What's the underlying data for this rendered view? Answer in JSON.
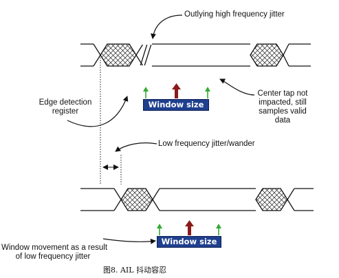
{
  "labels": {
    "outlying_jitter": "Outlying high frequency jitter",
    "edge_detection": [
      "Edge detection",
      "register"
    ],
    "center_tap": [
      "Center tap not",
      "impacted, still",
      "samples valid",
      "data"
    ],
    "low_freq_jitter": "Low frequency jitter/wander",
    "window_movement": [
      "Window movement as a result",
      "of low frequency jitter"
    ]
  },
  "window_label": "Window size",
  "caption": "图8.  AIL 抖动容忍",
  "colors": {
    "window_fill": "#1f3f8f",
    "sample_arrow_center": "#8b1a1a",
    "sample_arrow_edge": "#33aa33",
    "signal_line": "#111111"
  }
}
